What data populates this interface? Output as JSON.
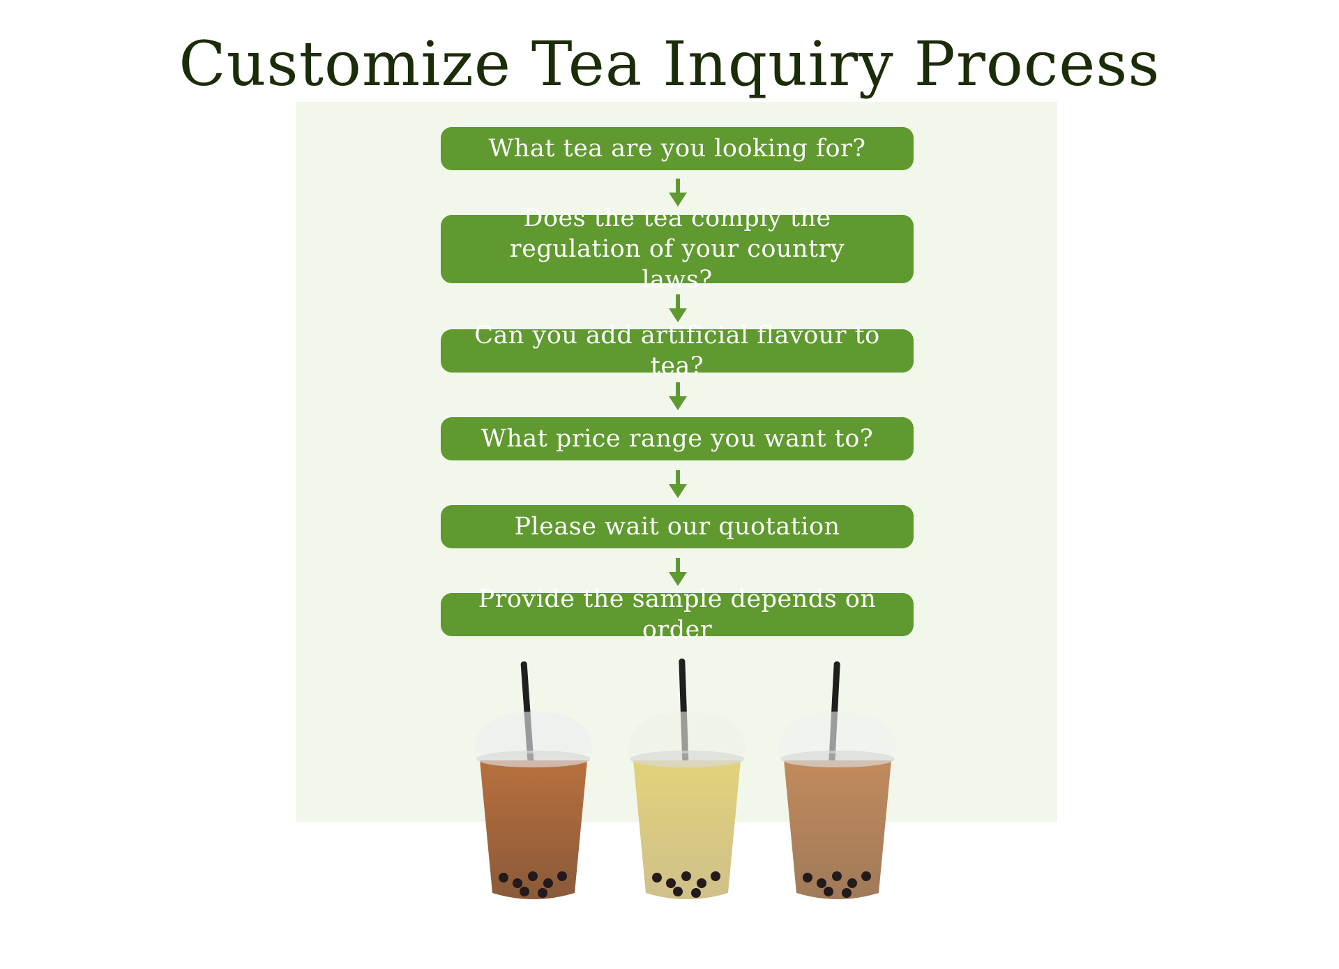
{
  "title": "Customize Tea Inquiry Process",
  "steps": [
    {
      "label": "What tea are you looking for?"
    },
    {
      "label": "Does the tea comply the regulation of your country laws?"
    },
    {
      "label": "Can you add artificial flavour to tea?"
    },
    {
      "label": "What price range you want to?"
    },
    {
      "label": "Please wait our quotation"
    },
    {
      "label": "Provide the sample depends on order"
    }
  ],
  "colors": {
    "title": "#1a2c08",
    "step_fill": "#5f9930",
    "step_text": "#ffffff",
    "arrow": "#5f9930",
    "panel": "#f2f7ec"
  },
  "icons": {
    "arrow": "arrow-down-icon",
    "cups": "bubble-tea-cup-icon"
  }
}
